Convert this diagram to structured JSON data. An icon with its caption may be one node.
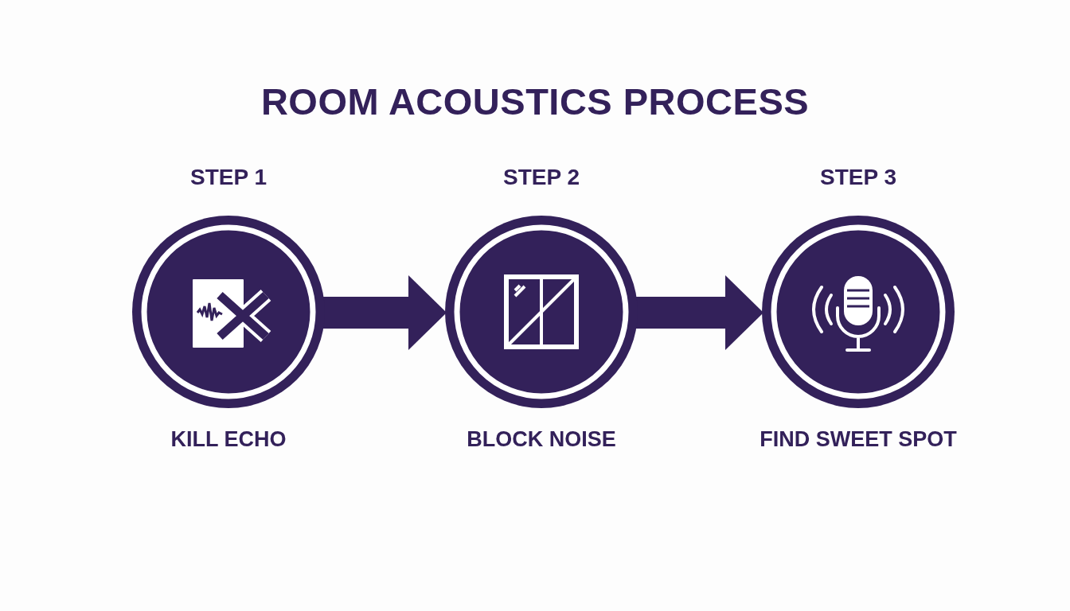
{
  "diagram": {
    "title": "ROOM ACOUSTICS PROCESS",
    "nodes": [
      {
        "text": [
          "STEP 1"
        ],
        "beside": [
          "KILL ECHO"
        ]
      },
      {
        "text": [
          "STEP 2"
        ],
        "beside": [
          "BLOCK NOISE"
        ]
      },
      {
        "text": [
          "STEP 3"
        ],
        "beside": [
          "FIND SWEET SPOT"
        ]
      }
    ],
    "edges": [
      {
        "from": 0,
        "to": 1,
        "arrow": "to"
      },
      {
        "from": 1,
        "to": 2,
        "arrow": "to"
      }
    ]
  }
}
